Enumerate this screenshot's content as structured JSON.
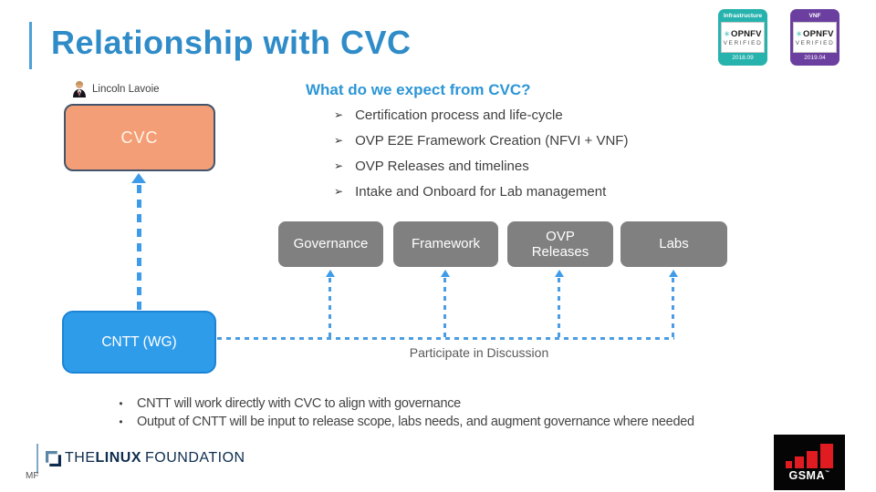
{
  "title": "Relationship with CVC",
  "presenter": "Lincoln Lavoie",
  "badges": [
    {
      "category": "Infrastructure",
      "snowflake": "✳",
      "brand": "OPNFV",
      "verified_label": "VERIFIED",
      "version": "2018.09"
    },
    {
      "category": "VNF",
      "snowflake": "✳",
      "brand": "OPNFV",
      "verified_label": "VERIFIED",
      "version": "2019.04"
    }
  ],
  "expectations": {
    "heading": "What do we expect from CVC?",
    "marker": "➢",
    "items": [
      "Certification process and life-cycle",
      "OVP E2E Framework Creation (NFVI + VNF)",
      "OVP Releases and timelines",
      "Intake and Onboard for Lab management"
    ]
  },
  "diagram": {
    "cvc_label": "CVC",
    "cntt_label": "CNTT (WG)",
    "topics": [
      "Governance",
      "Framework",
      "OVP Releases",
      "Labs"
    ],
    "participation_label": "Participate in Discussion"
  },
  "notes": {
    "marker": "•",
    "items": [
      "CNTT will work directly with CVC to align with governance",
      "Output of CNTT will be input to release scope, labs needs, and augment governance where needed"
    ]
  },
  "footer": {
    "initials": "MF",
    "linux_foundation": {
      "the": "THE",
      "linux": "LINUX",
      "foundation": "FOUNDATION"
    },
    "gsma": {
      "name": "GSMA",
      "tm": "™"
    }
  },
  "colors": {
    "title_blue": "#2F8CC8",
    "heading_blue": "#2D96D5",
    "cvc_fill": "#F49E78",
    "cvc_border": "#44546A",
    "cntt_fill": "#2F9CEA",
    "cntt_border": "#1B84D6",
    "topic_gray": "#808080",
    "connector_blue": "#3D9BE9",
    "badge_teal": "#26B2AD",
    "badge_purple": "#6B3FA0",
    "gsma_red": "#E11B22",
    "lf_navy": "#0E2D4E"
  }
}
